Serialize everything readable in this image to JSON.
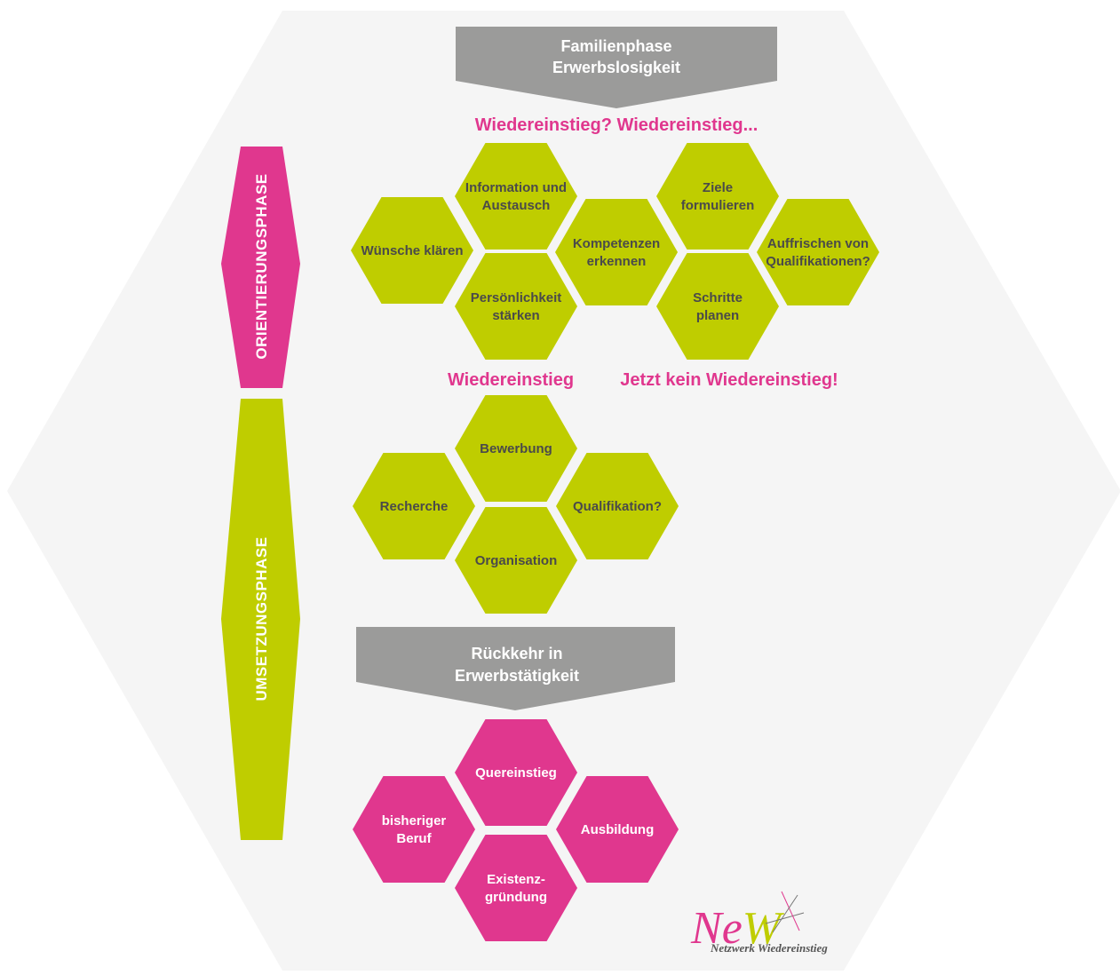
{
  "colors": {
    "background_hex": "#f5f5f5",
    "green": "#bfcd00",
    "magenta": "#e0378e",
    "gray": "#9b9b9a",
    "hex_text_dark": "#4a4a4a",
    "hex_text_light": "#ffffff"
  },
  "banners": {
    "top": {
      "lines": [
        "Familienphase",
        "Erwerbslosigkeit"
      ]
    },
    "middle": {
      "lines": [
        "Rückkehr in",
        "Erwerbstätigkeit"
      ]
    }
  },
  "phases": {
    "orientation": "ORIENTIERUNGSPHASE",
    "implementation": "UMSETZUNGSPHASE"
  },
  "decisions": {
    "question": "Wiedereinstieg? Wiedereinstieg...",
    "yes": "Wiedereinstieg",
    "no": "Jetzt kein Wiedereinstieg!"
  },
  "orientation_hexes": [
    {
      "id": "wuensche",
      "lines": [
        "Wünsche klären"
      ]
    },
    {
      "id": "information",
      "lines": [
        "Information und",
        "Austausch"
      ]
    },
    {
      "id": "persoenlichkeit",
      "lines": [
        "Persönlichkeit",
        "stärken"
      ]
    },
    {
      "id": "kompetenzen",
      "lines": [
        "Kompetenzen",
        "erkennen"
      ]
    },
    {
      "id": "ziele",
      "lines": [
        "Ziele",
        "formulieren"
      ]
    },
    {
      "id": "schritte",
      "lines": [
        "Schritte",
        "planen"
      ]
    },
    {
      "id": "auffrischen",
      "lines": [
        "Auffrischen von",
        "Qualifikationen?"
      ]
    }
  ],
  "implementation_hexes": [
    {
      "id": "recherche",
      "lines": [
        "Recherche"
      ]
    },
    {
      "id": "bewerbung",
      "lines": [
        "Bewerbung"
      ]
    },
    {
      "id": "organisation",
      "lines": [
        "Organisation"
      ]
    },
    {
      "id": "qualifikation",
      "lines": [
        "Qualifikation?"
      ]
    }
  ],
  "outcome_hexes": [
    {
      "id": "bisheriger",
      "lines": [
        "bisheriger",
        "Beruf"
      ]
    },
    {
      "id": "quereinstieg",
      "lines": [
        "Quereinstieg"
      ]
    },
    {
      "id": "existenz",
      "lines": [
        "Existenz-",
        "gründung"
      ]
    },
    {
      "id": "ausbildung",
      "lines": [
        "Ausbildung"
      ]
    }
  ],
  "logo": {
    "letters": "NeW",
    "subtitle": "Netzwerk Wiedereinstieg"
  }
}
